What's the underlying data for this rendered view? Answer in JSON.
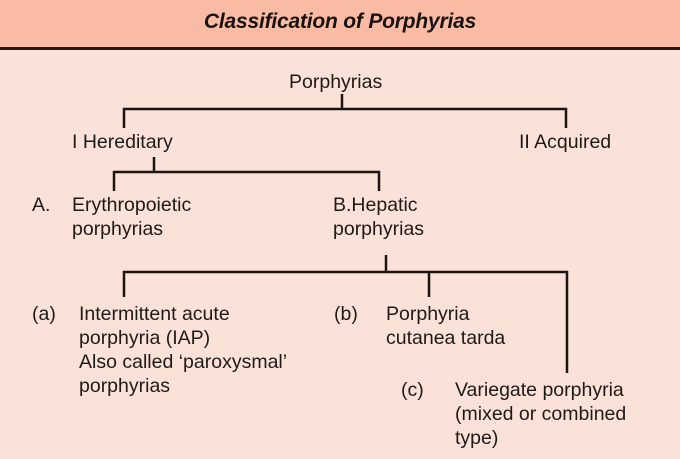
{
  "header": {
    "title": "Classification of Porphyrias"
  },
  "tree": {
    "root": "Porphyrias",
    "level1": [
      {
        "label": "I Hereditary"
      },
      {
        "label": "II Acquired"
      }
    ],
    "hereditary_children": [
      {
        "marker": "A.",
        "line1": "Erythropoietic",
        "line2": "porphyrias"
      },
      {
        "marker": "",
        "line1": "B.Hepatic",
        "line2": "porphyrias"
      }
    ],
    "hepatic_children": [
      {
        "marker": "(a)",
        "line1": "Intermittent acute",
        "line2": "porphyria (IAP)",
        "line3": "Also called ‘paroxysmal’",
        "line4": "porphyrias"
      },
      {
        "marker": "(b)",
        "line1": "Porphyria",
        "line2": "cutanea tarda"
      },
      {
        "marker": "(c)",
        "line1": "Variegate porphyria",
        "line2": "(mixed or combined",
        "line3": "type)"
      }
    ]
  },
  "colors": {
    "background": "#fbe2d8",
    "header_background": "#f9bba4",
    "line": "#1a1412"
  }
}
